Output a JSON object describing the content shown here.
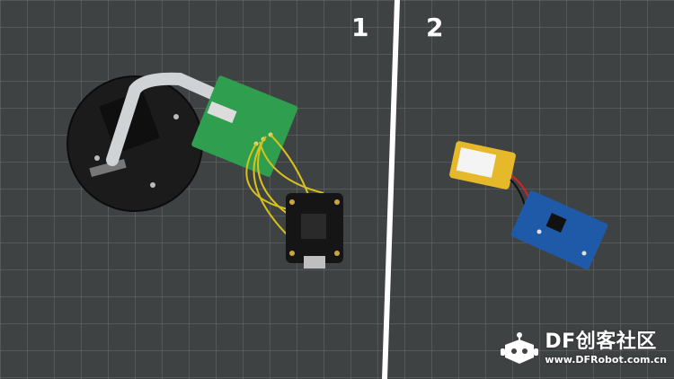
{
  "steps": [
    {
      "number": "1"
    },
    {
      "number": "2"
    }
  ],
  "watermark": {
    "brand": "DF创客社区",
    "url": "www.DFRobot.com.cn",
    "icon": "robot-head-icon"
  },
  "colors": {
    "mat": "#3f4243",
    "grid_line": "#6a6d6e",
    "divider": "#ffffff",
    "pcb_green": "#2f9e4f",
    "wire_yellow": "#d8c21a",
    "charger_blue": "#1f5aa8",
    "battery_yellow": "#e6b92a"
  }
}
